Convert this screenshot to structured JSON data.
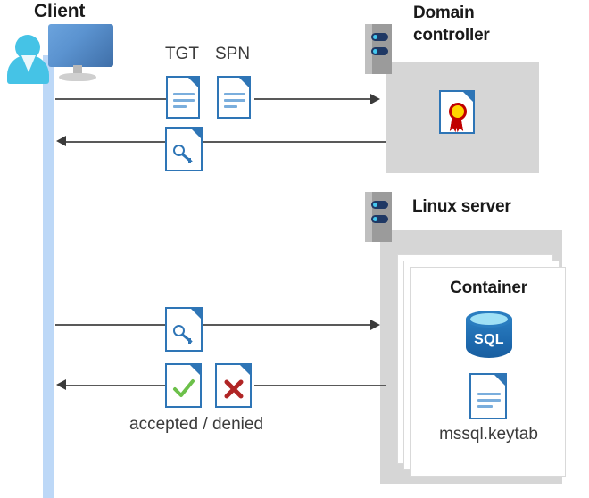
{
  "diagram": {
    "title": "Kerberos authentication flow between client, domain controller and Linux server container",
    "background": "#ffffff"
  },
  "colors": {
    "accent_blue": "#2e75b6",
    "doc_line_blue": "#7aaedd",
    "lifeline_blue": "#bdd8f7",
    "person_cyan": "#45c3e6",
    "panel_gray": "#d6d6d6",
    "rack_gray": "#9b9b9b",
    "rack_pill_navy": "#1f3864",
    "led_cyan": "#44c8f0",
    "arrow_gray": "#3b3b3b",
    "check_green": "#6cc04a",
    "x_red": "#b02525",
    "cert_gold": "#ffd400",
    "cert_red": "#c00000",
    "sql_blue": "#1d69ae",
    "sql_top_cyan": "#9fe0f5",
    "card_white": "#ffffff"
  },
  "client": {
    "title": "Client",
    "icon": "user-at-computer-icon"
  },
  "domain_controller": {
    "title_line1": "Domain",
    "title_line2": "controller",
    "server_icon": "server-rack-icon",
    "contents": [
      {
        "icon": "certificate-document-icon",
        "label": ""
      }
    ]
  },
  "linux_server": {
    "title": "Linux server",
    "server_icon": "server-rack-icon",
    "container": {
      "title": "Container",
      "stack_count": 3,
      "items": [
        {
          "icon": "sql-database-icon",
          "label": "SQL"
        },
        {
          "icon": "keytab-document-icon",
          "label": "mssql.keytab"
        }
      ]
    }
  },
  "messages": [
    {
      "id": "msg-request-tgt-spn",
      "direction": "right",
      "from": "client",
      "to": "domain-controller",
      "icons": [
        {
          "name": "tgt-document-icon",
          "label": "TGT"
        },
        {
          "name": "spn-document-icon",
          "label": "SPN"
        }
      ],
      "caption": ""
    },
    {
      "id": "msg-service-ticket",
      "direction": "left",
      "from": "domain-controller",
      "to": "client",
      "icons": [
        {
          "name": "key-document-icon",
          "label": ""
        }
      ],
      "caption": ""
    },
    {
      "id": "msg-present-ticket",
      "direction": "right",
      "from": "client",
      "to": "linux-server",
      "icons": [
        {
          "name": "key-document-icon",
          "label": ""
        }
      ],
      "caption": ""
    },
    {
      "id": "msg-auth-result",
      "direction": "left",
      "from": "linux-server",
      "to": "client",
      "icons": [
        {
          "name": "accepted-document-icon",
          "label": ""
        },
        {
          "name": "denied-document-icon",
          "label": ""
        }
      ],
      "caption": "accepted / denied"
    }
  ]
}
